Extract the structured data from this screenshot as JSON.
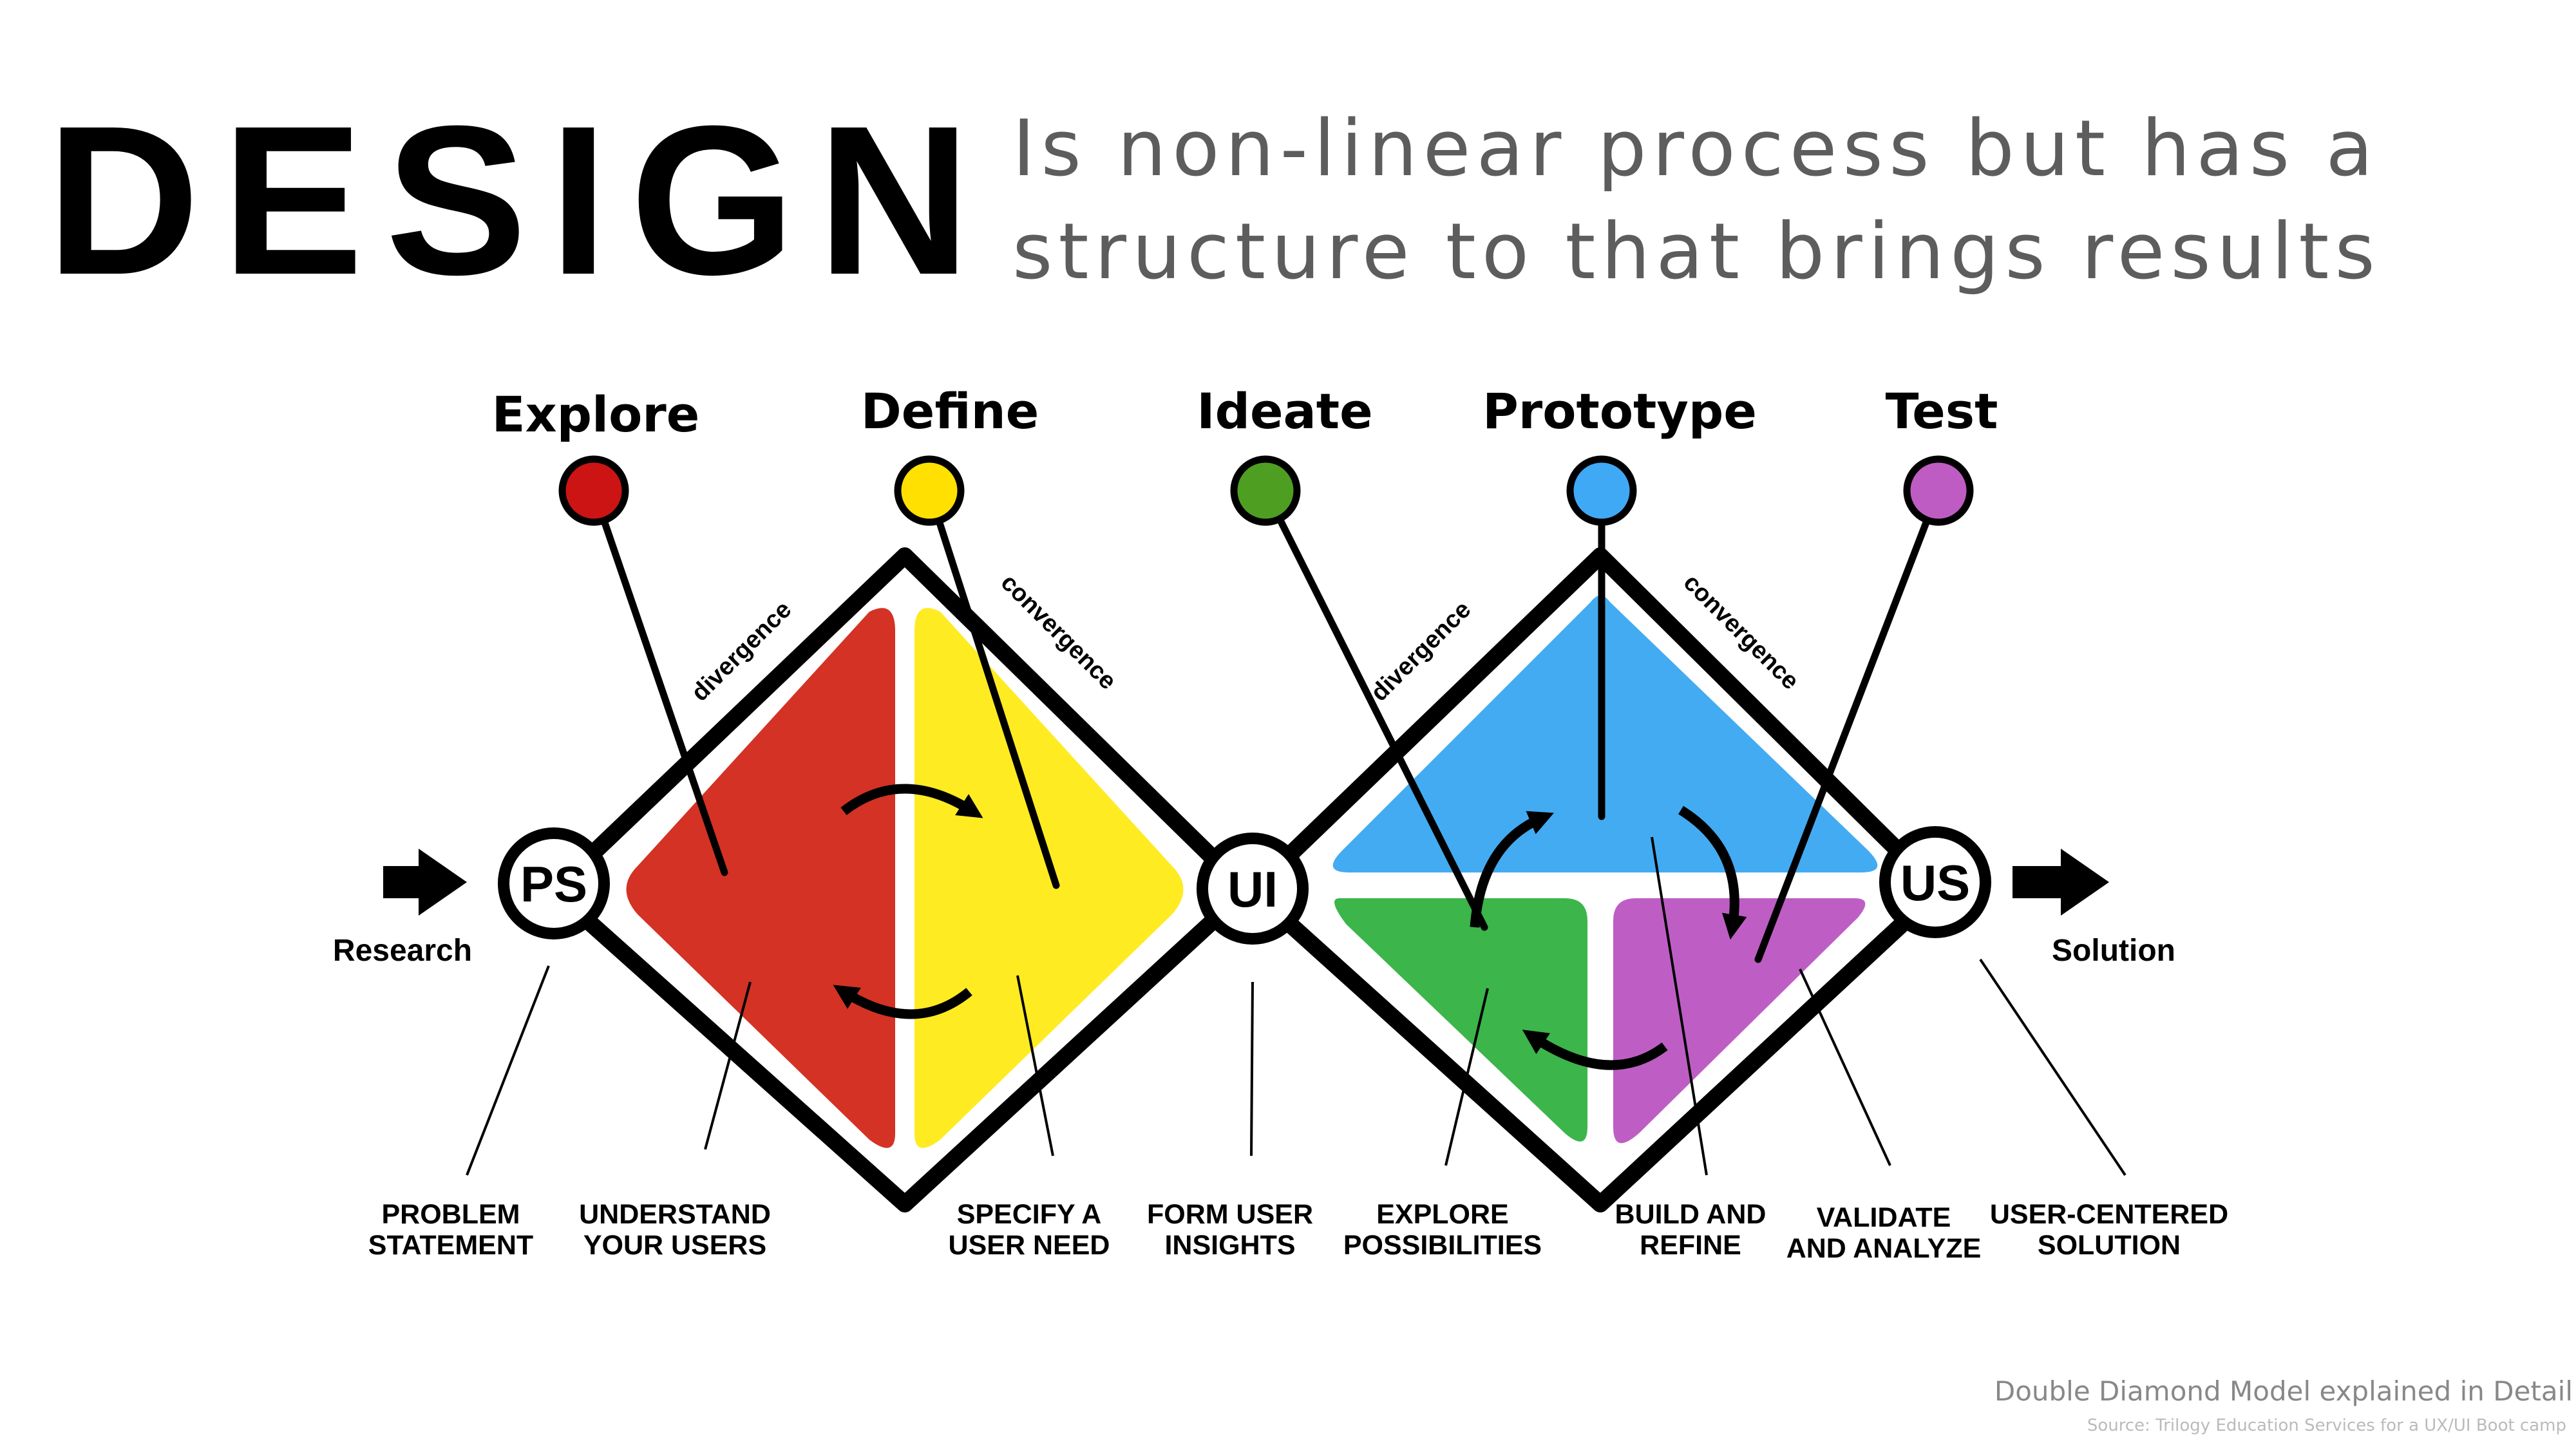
{
  "header": {
    "title": "DESIGN",
    "subtitle_line1": "Is non-linear process but has a",
    "subtitle_line2": "structure to that brings results"
  },
  "phases": [
    {
      "label": "Explore",
      "color": "#CC1414"
    },
    {
      "label": "Define",
      "color": "#FFE000"
    },
    {
      "label": "Ideate",
      "color": "#4E9E22"
    },
    {
      "label": "Prototype",
      "color": "#3FA9F5"
    },
    {
      "label": "Test",
      "color": "#BE5CC4"
    }
  ],
  "nodes": {
    "ps": "PS",
    "ui": "UI",
    "us": "US"
  },
  "flow": {
    "start_label": "Research",
    "end_label": "Solution"
  },
  "diamond_labels": {
    "d1_divergence": "divergence",
    "d1_convergence": "convergence",
    "d2_divergence": "divergence",
    "d2_convergence": "convergence"
  },
  "bottom_labels": [
    {
      "line1": "PROBLEM",
      "line2": "STATEMENT"
    },
    {
      "line1": "UNDERSTAND",
      "line2": "YOUR USERS"
    },
    {
      "line1": "SPECIFY A",
      "line2": "USER NEED"
    },
    {
      "line1": "FORM USER",
      "line2": "INSIGHTS"
    },
    {
      "line1": "EXPLORE",
      "line2": "POSSIBILITIES"
    },
    {
      "line1": "BUILD AND",
      "line2": "REFINE"
    },
    {
      "line1": "VALIDATE",
      "line2": "AND ANALYZE"
    },
    {
      "line1": "USER-CENTERED",
      "line2": "SOLUTION"
    }
  ],
  "fill_colors": {
    "red": "#D43224",
    "yellow": "#FFEB22",
    "blue": "#43ABF2",
    "green": "#3CB54A",
    "purple": "#BE5EC4"
  },
  "footer": {
    "caption": "Double Diamond Model explained in Detail",
    "source": "Source: Trilogy Education Services for a UX/UI Boot camp"
  }
}
